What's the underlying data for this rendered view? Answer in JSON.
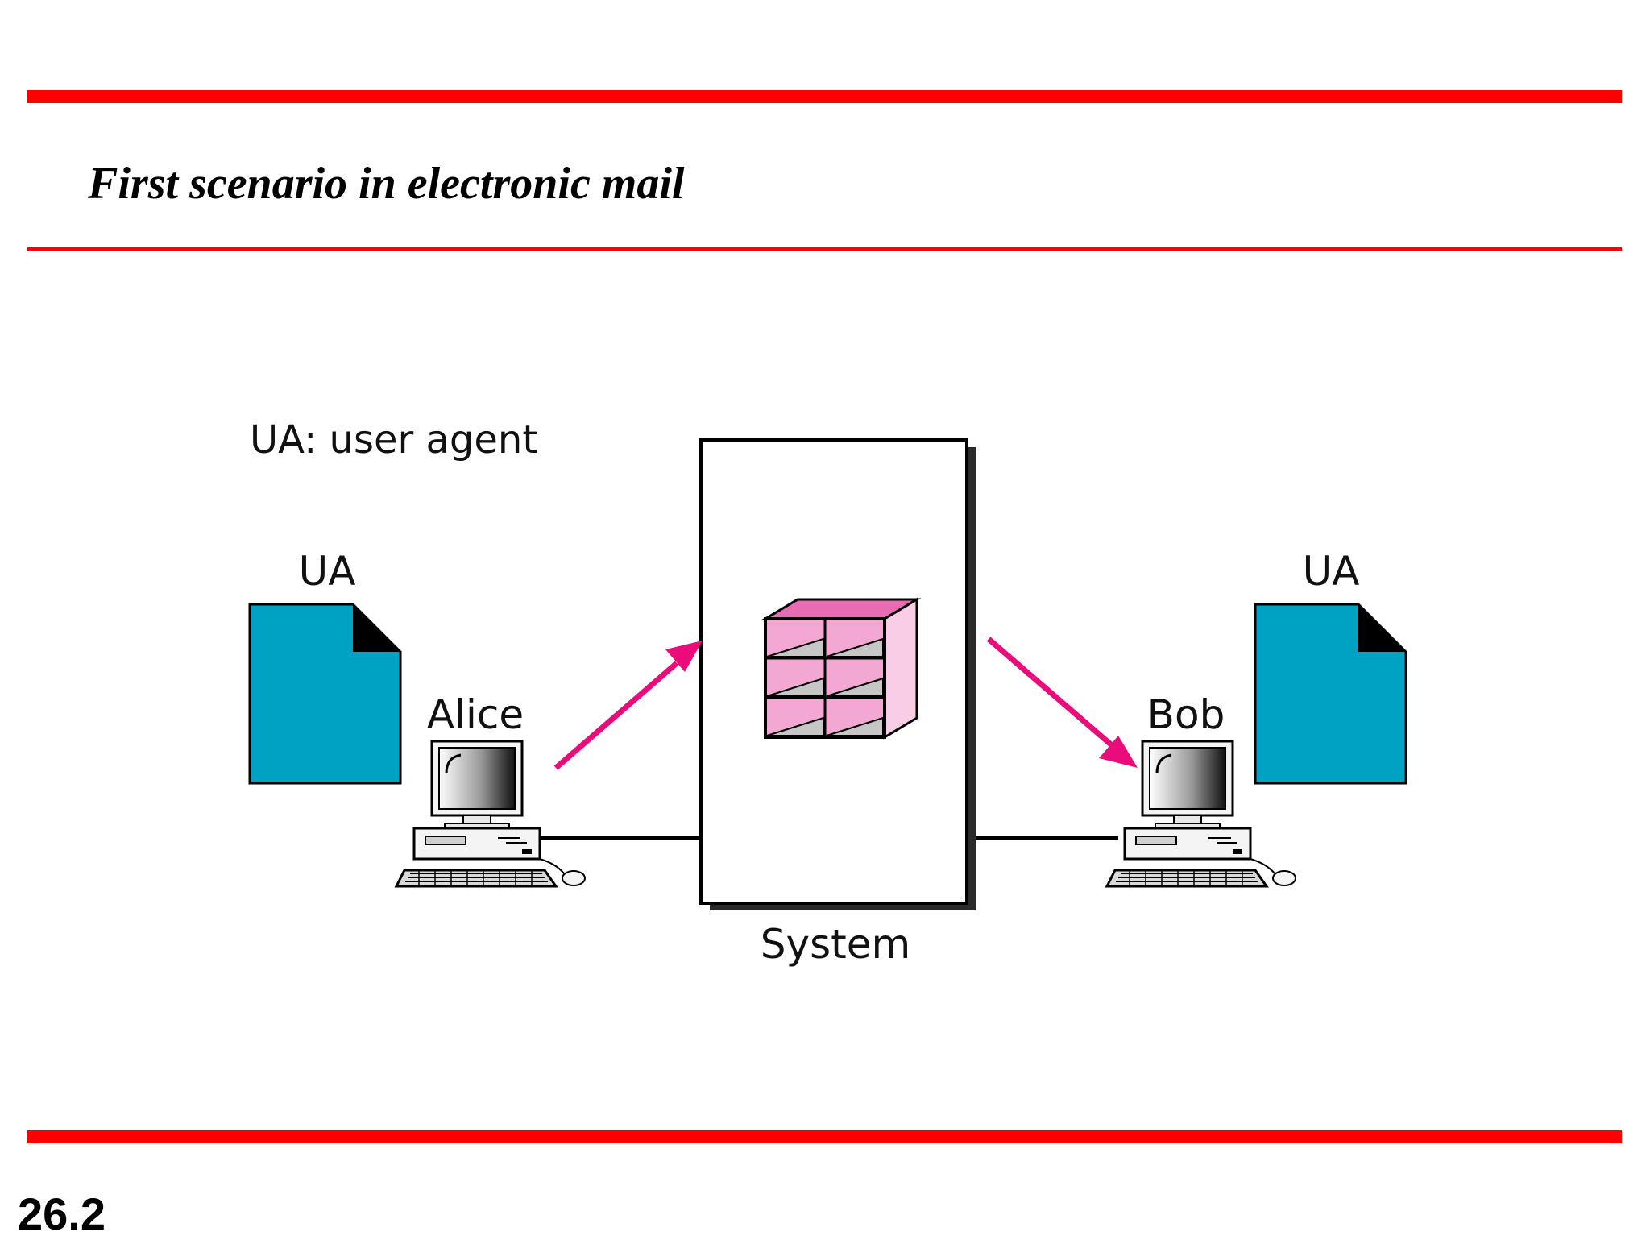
{
  "slide": {
    "title": "First scenario in electronic mail",
    "page_number": "26.2"
  },
  "diagram": {
    "legend": "UA: user agent",
    "left_ua_label": "UA",
    "right_ua_label": "UA",
    "sender_label": "Alice",
    "receiver_label": "Bob",
    "system_label": "System"
  },
  "colors": {
    "rule_red": "#ff0000",
    "document_blue": "#00a2c4",
    "arrow_magenta": "#ea0c7a",
    "mailbox_pink": "#f2a8d2"
  }
}
